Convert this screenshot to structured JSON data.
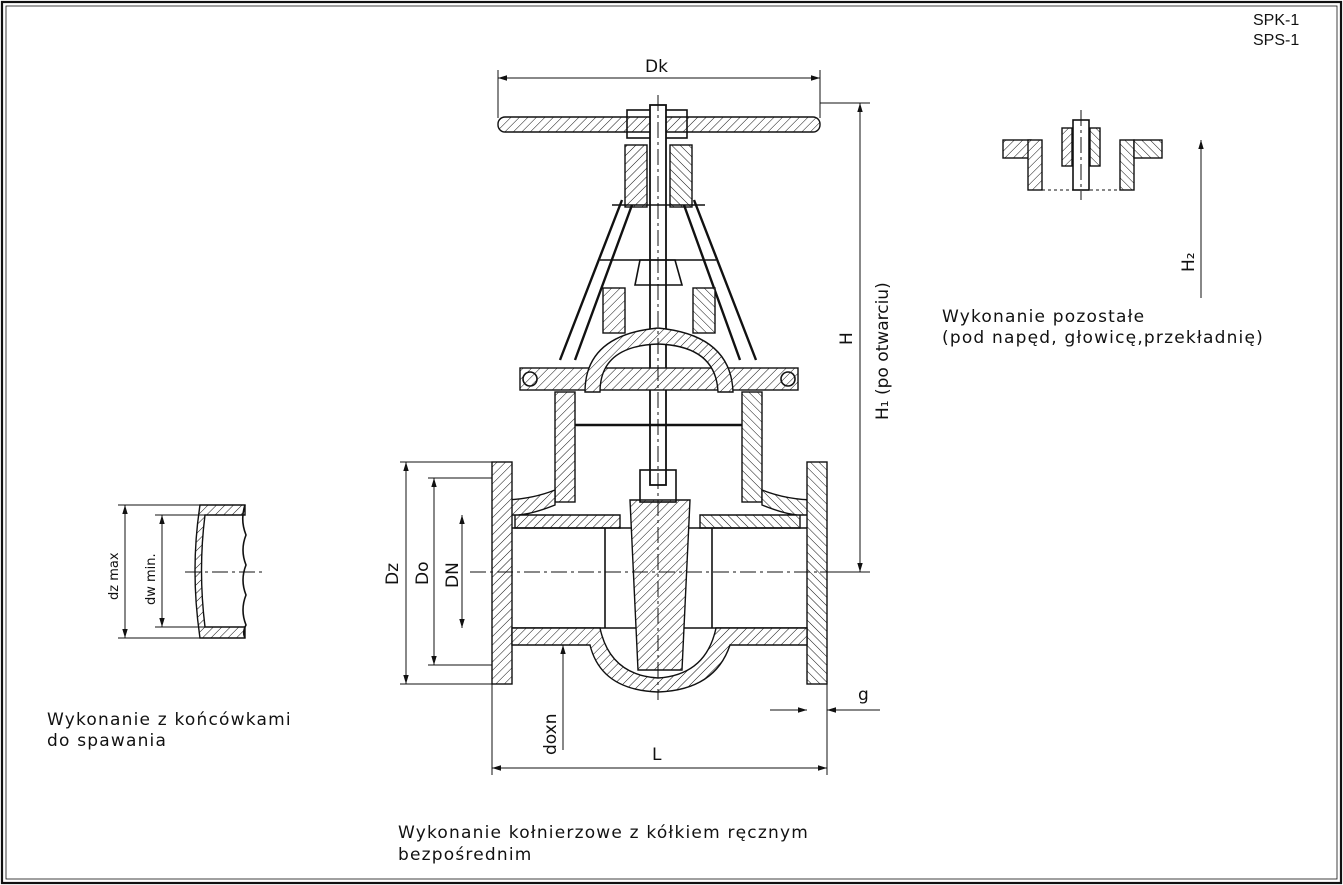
{
  "codes": [
    "SPK-1",
    "SPS-1"
  ],
  "dimensions": {
    "dk": "Dk",
    "h": "H",
    "h1": "H₁  (po otwarciu)",
    "h2": "H₂",
    "dz": "Dz",
    "do": "Do",
    "dn": "DN",
    "l": "L",
    "g": "g",
    "doxn": "doxn",
    "dz_max": "dz max",
    "dw_min": "dw min."
  },
  "captions": {
    "other_version_line1": "Wykonanie pozostałe",
    "other_version_line2": "(pod napęd, głowicę,przekładnię)",
    "welding_line1": "Wykonanie z końcówkami",
    "welding_line2": "do spawania",
    "flanged_line1": "Wykonanie kołnierzowe z kółkiem ręcznym",
    "flanged_line2": "bezpośrednim"
  }
}
